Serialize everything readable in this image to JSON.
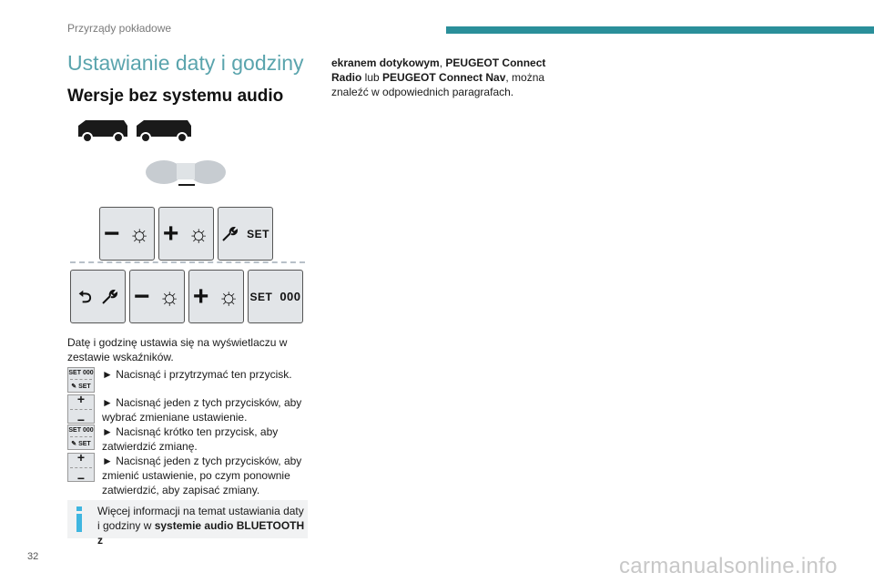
{
  "header": {
    "section": "Przyrządy pokładowe"
  },
  "page": {
    "title": "Ustawianie daty i godziny",
    "subtitle": "Wersje bez systemu audio",
    "number": "32"
  },
  "panel": {
    "top_row": [
      {
        "sign": "−",
        "icon": "☼"
      },
      {
        "sign": "+",
        "icon": "☼"
      },
      {
        "label": "SET"
      }
    ],
    "bottom_row": [
      {
        "sign": "⮌"
      },
      {
        "sign": "−",
        "icon": "☼"
      },
      {
        "sign": "+",
        "icon": "☼"
      },
      {
        "label": "SET",
        "value": "000"
      }
    ]
  },
  "body": {
    "intro": "Datę i godzinę ustawia się na wyświetlaczu w zestawie wskaźników.",
    "steps": [
      "►  Nacisnąć i przytrzymać ten przycisk.",
      "►  Nacisnąć jeden z tych przycisków, aby wybrać zmieniane ustawienie.",
      "►  Nacisnąć krótko ten przycisk, aby zatwierdzić zmianę.",
      "►  Nacisnąć jeden z tych przycisków, aby zmienić ustawienie, po czym ponownie zatwierdzić, aby zapisać zmiany."
    ],
    "mini_set": "SET",
    "mini_zero": "000"
  },
  "info": {
    "text_before": "Więcej informacji na temat ustawiania daty i godziny w ",
    "bold": "systemie audio BLUETOOTH z"
  },
  "right": {
    "bold1": "ekranem dotykowym",
    "sep1": ", ",
    "bold2": "PEUGEOT Connect Radio",
    "mid": " lub ",
    "bold3": "PEUGEOT Connect Nav",
    "end": ", można znaleźć w odpowiednich paragrafach."
  },
  "watermark": "carmanualsonline.info",
  "colors": {
    "accent": "#2a8f9a",
    "title": "#5aa4ad",
    "info_icon": "#3fb6e0"
  }
}
